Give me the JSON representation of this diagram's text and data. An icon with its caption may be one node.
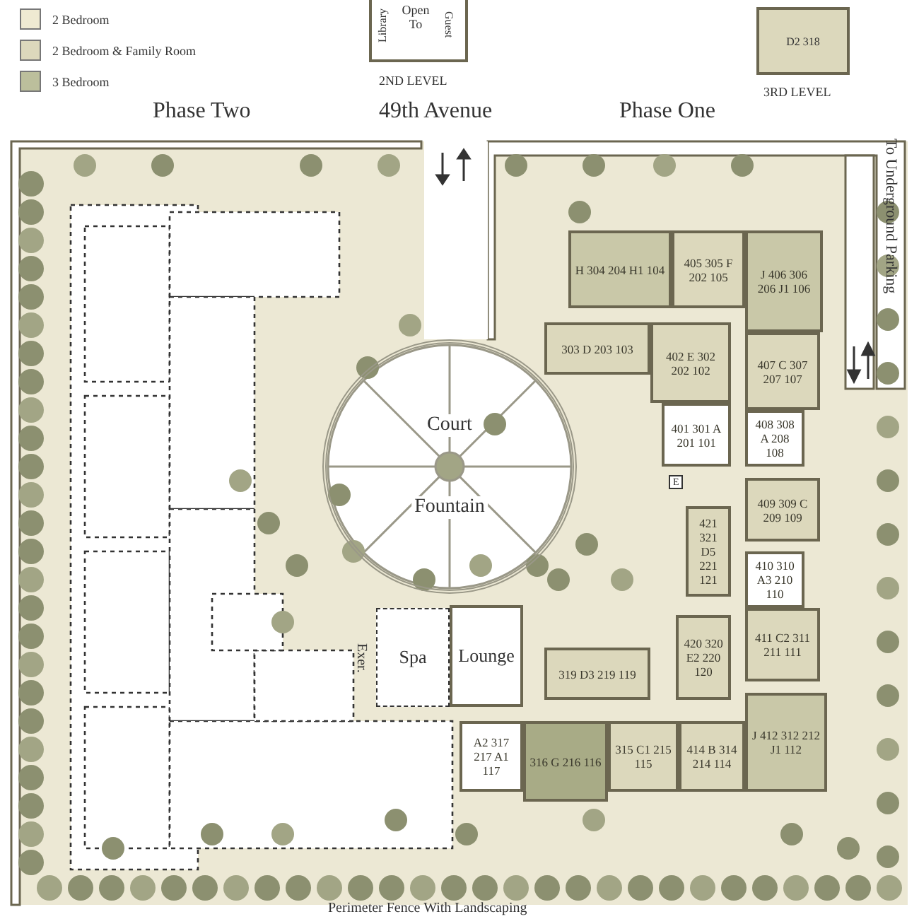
{
  "diagram": {
    "nodes": [
      {
        "text": [
          "Court",
          "Fountain"
        ]
      },
      {
        "text": [
          "Spa"
        ]
      },
      {
        "text": [
          "Lounge"
        ]
      },
      {
        "text": [
          "Exer."
        ]
      },
      {
        "text": [
          "H 304 204 H1 104"
        ]
      },
      {
        "text": [
          "405 305 F 202 105"
        ]
      },
      {
        "text": [
          "J 406 306 206 J1 106"
        ]
      },
      {
        "text": [
          "303 D 203 103"
        ]
      },
      {
        "text": [
          "402 E 302 202 102"
        ]
      },
      {
        "text": [
          "407 C 307 207 107"
        ]
      },
      {
        "text": [
          "401 301 A 201 101"
        ]
      },
      {
        "text": [
          "408 308 A 208 108"
        ]
      },
      {
        "text": [
          "409 309 C 209 109"
        ]
      },
      {
        "text": [
          "421 321 D5 221 121"
        ]
      },
      {
        "text": [
          "410 310 A3 210 110"
        ]
      },
      {
        "text": [
          "420 320 E2 220 120"
        ]
      },
      {
        "text": [
          "411 C2 311 211 111"
        ]
      },
      {
        "text": [
          "319 D3 219 119"
        ]
      },
      {
        "text": [
          "J 412 312 212 J1 112"
        ]
      },
      {
        "text": [
          "A2 317 217 A1 117"
        ]
      },
      {
        "text": [
          "316 G 216 116"
        ]
      },
      {
        "text": [
          "315 C1 215 115"
        ]
      },
      {
        "text": [
          "414 B 314 214 114"
        ]
      },
      {
        "text": [
          "Library"
        ]
      },
      {
        "text": [
          "Open To"
        ]
      },
      {
        "text": [
          "Guest"
        ]
      },
      {
        "text": [
          "D2 318"
        ]
      }
    ],
    "labels": [
      "2ND LEVEL",
      "3RD LEVEL",
      "Phase Two",
      "49th Avenue",
      "Phase One",
      "To Underground Parking",
      "E",
      "Perimeter Fence With Landscaping"
    ],
    "legend": [
      {
        "text": "2 Bedroom",
        "color": "#efead2"
      },
      {
        "text": "2 Bedroom & Family Room",
        "color": "#dcd8bc"
      },
      {
        "text": "3 Bedroom",
        "color": "#bcbf9c"
      }
    ]
  }
}
